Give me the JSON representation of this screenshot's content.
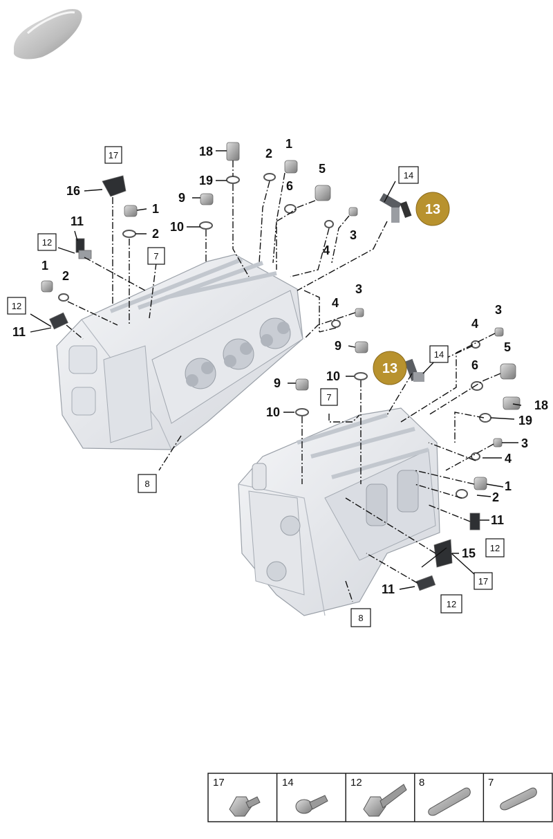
{
  "callouts": {
    "c18a": "18",
    "c19a": "19",
    "c2a": "2",
    "c1a": "1",
    "c5a": "5",
    "c6a": "6",
    "c4a": "4",
    "c3a": "3",
    "c16": "16",
    "c9a": "9",
    "c10a": "10",
    "c1b": "1",
    "c2b": "2",
    "c11a": "11",
    "c1c": "1",
    "c2c": "2",
    "c11b": "11",
    "c3b": "3",
    "c4b": "4",
    "c9b": "9",
    "c10b": "10",
    "c9c": "9",
    "c10c": "10",
    "c3c": "3",
    "c4c": "4",
    "c5b": "5",
    "c6b": "6",
    "c18b": "18",
    "c19b": "19",
    "c3d": "3",
    "c4d": "4",
    "c1d": "1",
    "c2d": "2",
    "c11c": "11",
    "c15": "15",
    "c11d": "11"
  },
  "boxes": {
    "b17a": "17",
    "b12a": "12",
    "b7a": "7",
    "b12b": "12",
    "b14a": "14",
    "b8a": "8",
    "b14b": "14",
    "b7b": "7",
    "b12c": "12",
    "b17b": "17",
    "b12d": "12",
    "b8b": "8"
  },
  "badges": {
    "top": "13",
    "mid": "13"
  },
  "badge_color": "#b8922e",
  "legend": {
    "cells": [
      "17",
      "14",
      "12",
      "8",
      "7"
    ]
  }
}
